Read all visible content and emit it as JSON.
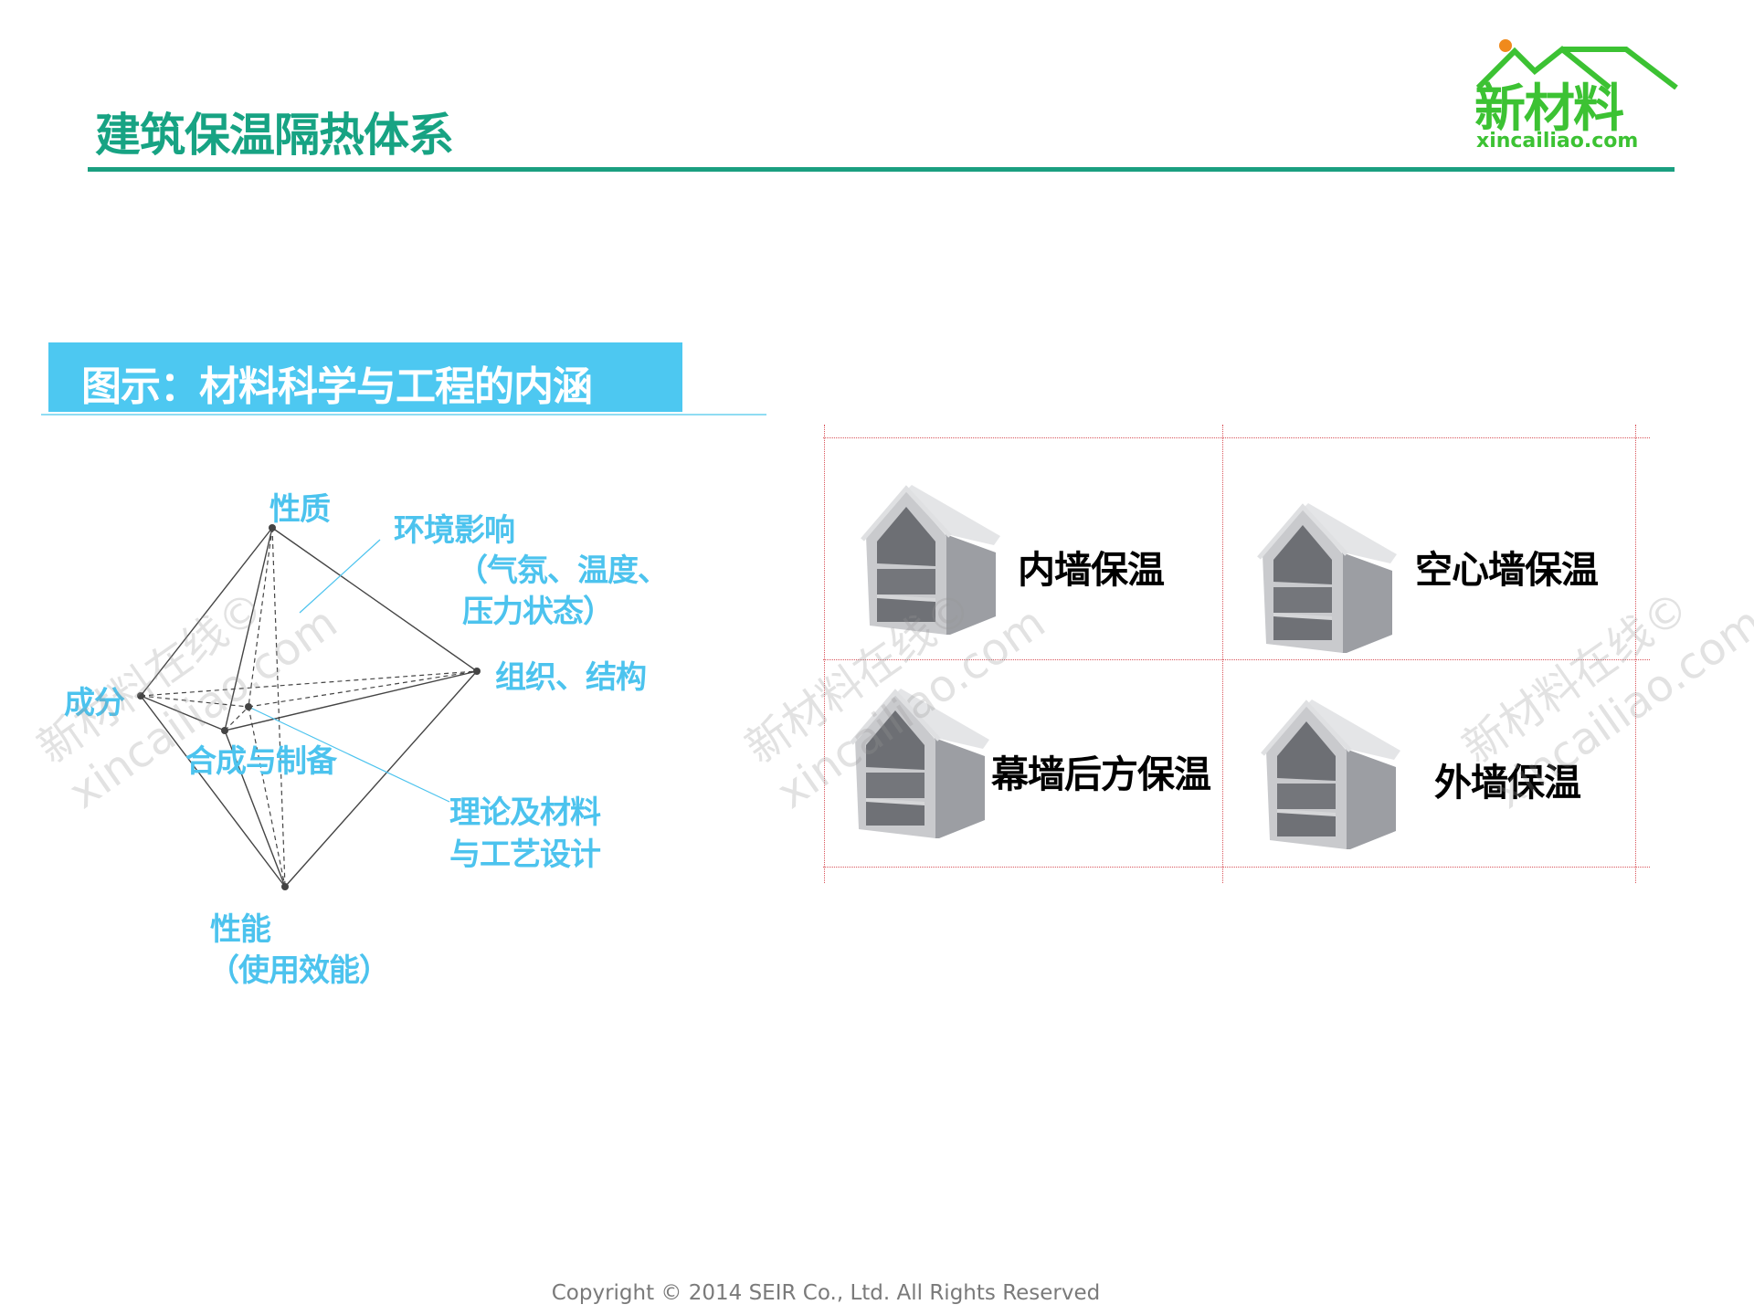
{
  "header": {
    "title": "建筑保温隔热体系",
    "logo_cn": "新材料",
    "logo_en": "xincailiao.com"
  },
  "banner": {
    "text": "图示：材料科学与工程的内涵"
  },
  "diagram": {
    "properties": "性质",
    "environment": "环境影响",
    "environment_detail_1": "（气氛、温度、",
    "environment_detail_2": "压力状态）",
    "structure": "组织、结构",
    "composition": "成分",
    "synthesis": "合成与制备",
    "theory_1": "理论及材料",
    "theory_2": "与工艺设计",
    "performance": "性能",
    "performance_detail": "（使用效能）"
  },
  "insulation_types": [
    {
      "label": "内墙保温"
    },
    {
      "label": "空心墙保温"
    },
    {
      "label": "幕墙后方保温"
    },
    {
      "label": "外墙保温"
    }
  ],
  "watermark": {
    "cn": "新材料在线©",
    "en": "xincailiao.com"
  },
  "footer": {
    "copyright": "Copyright © 2014  SEIR Co., Ltd. All Rights Reserved"
  },
  "colors": {
    "title": "#17a383",
    "banner": "#4dc8f1",
    "label": "#4cc3ee",
    "logo": "#3cc233"
  }
}
